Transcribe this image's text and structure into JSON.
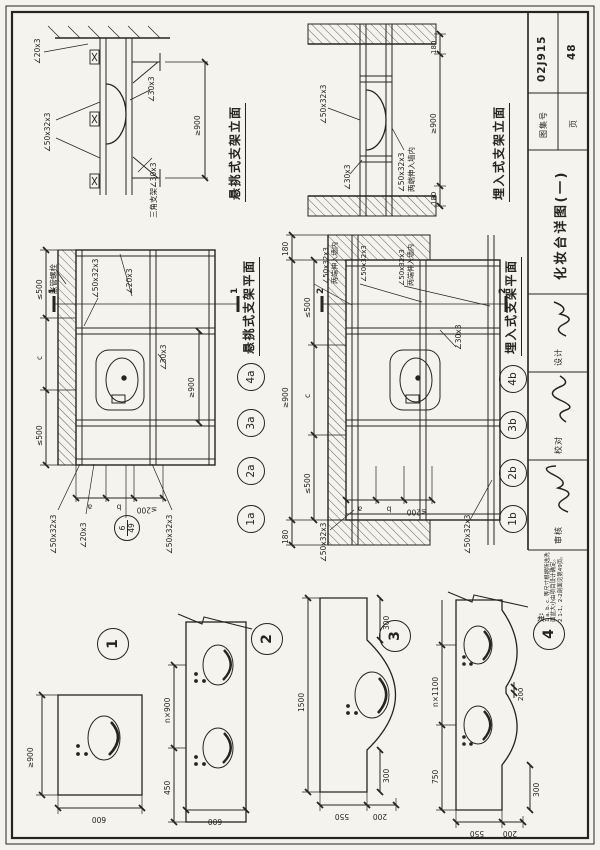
{
  "sheet": {
    "paper_color": "#f4f3ee",
    "ink_color": "#26241f",
    "title_block": {
      "review_label": "审核",
      "check_label": "校对",
      "design_label": "设计",
      "drawing_title": "化妆台详图(一)",
      "atlas_label": "图集号",
      "atlas_value": "02J915",
      "page_label": "页",
      "page_value": "48"
    },
    "notes": {
      "heading": "注:",
      "item1": "1 a. b. c. 等尺寸根据所选洗面盆大小由项目设计确定。",
      "item2": "2 1-1、2-2剖面见第49页。"
    },
    "elev_a": {
      "title": "悬挑式支架立面",
      "label_angle20": "∠20x3",
      "label_angle50": "∠50x32x3",
      "label_angle30": "∠30x3",
      "label_bracket": "三角支架∠30x3",
      "dim_span": "≥900"
    },
    "elev_b": {
      "title": "埋入式支架立面",
      "label_rail": "∠50x32x3",
      "label_angle30": "∠30x3",
      "label_embed1": "∠50x32x3",
      "label_embed2": "两端伸入墙内",
      "dim_left": "180",
      "dim_span": "≥900",
      "dim_right": "180"
    },
    "plan_a": {
      "title": "悬挑式支架平面",
      "label_bolt": "胀管螺栓",
      "label_rail": "∠50x32x3",
      "label_angle20_top": "∠20x3",
      "label_angle30": "∠30x3",
      "label_left1": "∠50x32x3",
      "label_left2": "∠20x3",
      "label_left3": "∠50x32x3",
      "dim_s1": "≤500",
      "dim_c": "c",
      "dim_s2": "≤500",
      "dim_span": "≥900",
      "dim_a": "a",
      "dim_b": "b",
      "dim_200": "≤200",
      "section": "1",
      "detail_top": "6",
      "detail_bottom": "49",
      "ref1": "1a",
      "ref2": "2a",
      "ref3": "3a",
      "ref4": "4a"
    },
    "plan_b": {
      "title": "埋入式支架平面",
      "label_top1a": "∠50x32x3",
      "label_top1b": "两端伸入墙内",
      "label_top2": "∠50x32x3",
      "label_top3a": "∠50x32x3",
      "label_top3b": "两端伸入墙内",
      "label_angle30": "∠30x3",
      "label_left1": "∠50x32x3",
      "label_left2": "∠50x32x3",
      "dim_180l": "180",
      "dim_span": "≥900",
      "dim_180r": "180",
      "dim_s1": "≤500",
      "dim_c": "c",
      "dim_s2": "≤500",
      "dim_a": "a",
      "dim_b": "b",
      "dim_200": "≤200",
      "section": "2",
      "ref1": "1b",
      "ref2": "2b",
      "ref3": "3b",
      "ref4": "4b"
    },
    "d1": {
      "num": "1",
      "dim_w": "≥900",
      "dim_h": "600"
    },
    "d2": {
      "num": "2",
      "dim_450": "450",
      "dim_n900": "n×900",
      "dim_h": "600"
    },
    "d3": {
      "num": "3",
      "dim_w": "1500",
      "dim_flat_l": "300",
      "dim_flat_r": "300",
      "dim_d1": "550",
      "dim_d2": "200"
    },
    "d4": {
      "num": "4",
      "dim_750": "750",
      "dim_n1100": "n×1100",
      "dim_notch": "200",
      "dim_flat": "300",
      "dim_d1": "550",
      "dim_d2": "200"
    }
  }
}
